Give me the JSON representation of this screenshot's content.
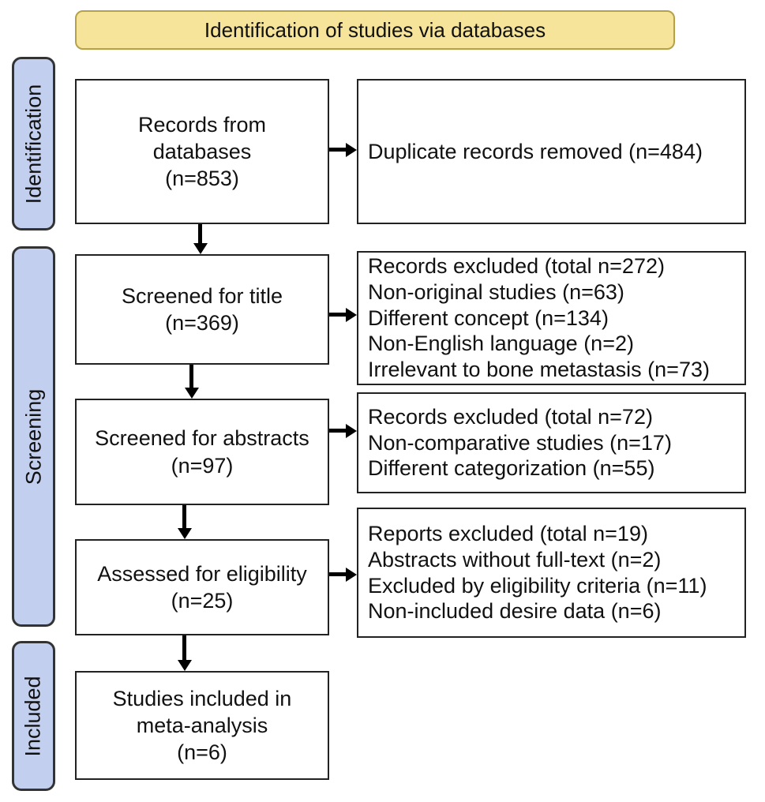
{
  "banner": {
    "text": "Identification of studies via databases"
  },
  "sidebar": {
    "labels": [
      {
        "text": "Identification"
      },
      {
        "text": "Screening"
      },
      {
        "text": "Included"
      }
    ]
  },
  "flow": {
    "main_boxes": [
      {
        "lines": [
          "Records from",
          "databases",
          "(n=853)"
        ]
      },
      {
        "lines": [
          "Screened for title",
          "(n=369)"
        ]
      },
      {
        "lines": [
          "Screened for abstracts",
          "(n=97)"
        ]
      },
      {
        "lines": [
          "Assessed for eligibility",
          "(n=25)"
        ]
      },
      {
        "lines": [
          "Studies included in",
          "meta-analysis",
          "(n=6)"
        ]
      }
    ],
    "exclusion_boxes": [
      {
        "lines": [
          "Duplicate records removed (n=484)"
        ]
      },
      {
        "lines": [
          "Records excluded (total n=272)",
          "Non-original studies (n=63)",
          "Different concept (n=134)",
          "Non-English language (n=2)",
          "Irrelevant to bone metastasis (n=73)"
        ]
      },
      {
        "lines": [
          "Records excluded (total n=72)",
          "Non-comparative studies (n=17)",
          "Different categorization (n=55)"
        ]
      },
      {
        "lines": [
          "Reports excluded (total n=19)",
          "Abstracts without full-text (n=2)",
          "Excluded by eligibility criteria (n=11)",
          "Non-included desire data (n=6)"
        ]
      }
    ]
  },
  "colors": {
    "banner_fill": "#f5e49a",
    "banner_border": "#b6a14b",
    "sidebar_fill": "#c2cfee",
    "sidebar_border": "#333333",
    "box_border": "#222222",
    "arrow": "#000000",
    "text": "#111111"
  }
}
